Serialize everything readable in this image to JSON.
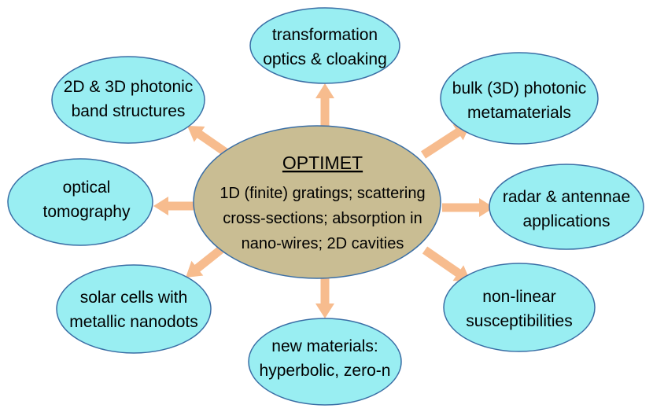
{
  "center": {
    "title": "OPTIMET",
    "lines": [
      "1D (finite) gratings; scattering",
      "cross-sections; absorption in",
      "nano-wires; 2D cavities"
    ]
  },
  "nodes": [
    {
      "id": "transformation-optics",
      "lines": [
        "transformation",
        "optics & cloaking"
      ]
    },
    {
      "id": "bulk-metamaterials",
      "lines": [
        "bulk (3D) photonic",
        "metamaterials"
      ]
    },
    {
      "id": "radar-antennae",
      "lines": [
        "radar & antennae",
        "applications"
      ]
    },
    {
      "id": "non-linear",
      "lines": [
        "non-linear",
        "susceptibilities"
      ]
    },
    {
      "id": "new-materials",
      "lines": [
        "new materials:",
        "hyperbolic, zero-n"
      ]
    },
    {
      "id": "solar-cells",
      "lines": [
        "solar cells with",
        "metallic nanodots"
      ]
    },
    {
      "id": "optical-tomography",
      "lines": [
        "optical",
        "tomography"
      ]
    },
    {
      "id": "photonic-band",
      "lines": [
        "2D & 3D photonic",
        "band structures"
      ]
    }
  ],
  "colors": {
    "node_fill": "#99EEF2",
    "node_stroke": "#3A6EA5",
    "center_fill": "#C9BD93",
    "center_stroke": "#3A6EA5",
    "arrow_fill": "#F7BC8E"
  }
}
